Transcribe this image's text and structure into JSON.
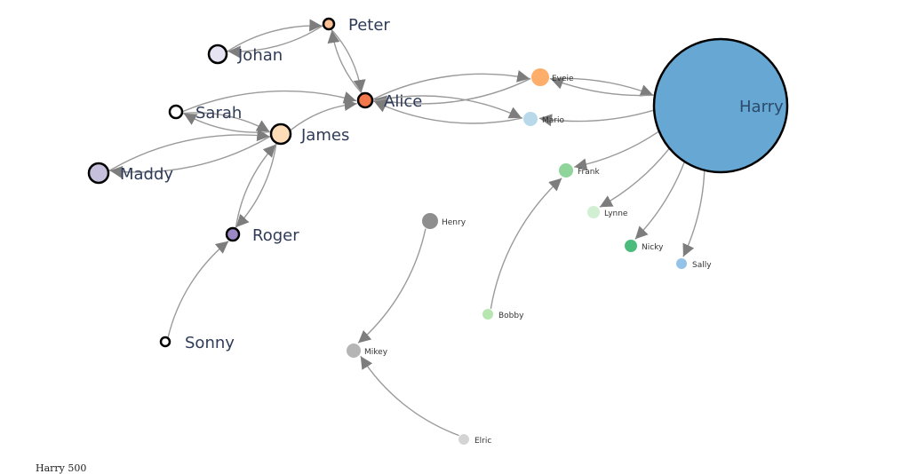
{
  "graph": {
    "nodes": [
      {
        "id": "Peter",
        "label": "Peter",
        "color": "#fdbf94",
        "outline": true
      },
      {
        "id": "Johan",
        "label": "Johan",
        "color": "#e6e3f2",
        "outline": true
      },
      {
        "id": "Alice",
        "label": "Alice",
        "color": "#f2774a",
        "outline": true
      },
      {
        "id": "Sarah",
        "label": "Sarah",
        "color": "#ffffff",
        "outline": true
      },
      {
        "id": "James",
        "label": "James",
        "color": "#fddcb8",
        "outline": true
      },
      {
        "id": "Maddy",
        "label": "Maddy",
        "color": "#c7c0dc",
        "outline": true
      },
      {
        "id": "Roger",
        "label": "Roger",
        "color": "#9a89c4",
        "outline": true
      },
      {
        "id": "Sonny",
        "label": "Sonny",
        "color": "#ffffff",
        "outline": true
      },
      {
        "id": "Eveie",
        "label": "Eveie",
        "color": "#fdae6b",
        "outline": false
      },
      {
        "id": "Mario",
        "label": "Mario",
        "color": "#b7d9ea",
        "outline": false
      },
      {
        "id": "Harry",
        "label": "Harry",
        "color": "#67a7d4",
        "outline": true
      },
      {
        "id": "Frank",
        "label": "Frank",
        "color": "#8fd49b",
        "outline": false
      },
      {
        "id": "Lynne",
        "label": "Lynne",
        "color": "#d1efd2",
        "outline": false
      },
      {
        "id": "Nicky",
        "label": "Nicky",
        "color": "#4cbc7d",
        "outline": false
      },
      {
        "id": "Sally",
        "label": "Sally",
        "color": "#93c3e8",
        "outline": false
      },
      {
        "id": "Henry",
        "label": "Henry",
        "color": "#8e8e8e",
        "outline": false
      },
      {
        "id": "Mikey",
        "label": "Mikey",
        "color": "#b5b5b5",
        "outline": false
      },
      {
        "id": "Bobby",
        "label": "Bobby",
        "color": "#b7e6b0",
        "outline": false
      },
      {
        "id": "Elric",
        "label": "Elric",
        "color": "#d4d4d4",
        "outline": false
      }
    ],
    "links": [
      {
        "source": "Peter",
        "target": "Johan"
      },
      {
        "source": "Johan",
        "target": "Peter"
      },
      {
        "source": "Peter",
        "target": "Alice"
      },
      {
        "source": "Alice",
        "target": "Peter"
      },
      {
        "source": "Sarah",
        "target": "Alice"
      },
      {
        "source": "Sarah",
        "target": "James"
      },
      {
        "source": "James",
        "target": "Sarah"
      },
      {
        "source": "James",
        "target": "Alice"
      },
      {
        "source": "Maddy",
        "target": "James"
      },
      {
        "source": "James",
        "target": "Maddy"
      },
      {
        "source": "Roger",
        "target": "James"
      },
      {
        "source": "James",
        "target": "Roger"
      },
      {
        "source": "Sonny",
        "target": "Roger"
      },
      {
        "source": "Alice",
        "target": "Eveie"
      },
      {
        "source": "Eveie",
        "target": "Alice"
      },
      {
        "source": "Alice",
        "target": "Mario"
      },
      {
        "source": "Mario",
        "target": "Alice"
      },
      {
        "source": "Eveie",
        "target": "Harry"
      },
      {
        "source": "Harry",
        "target": "Eveie"
      },
      {
        "source": "Harry",
        "target": "Mario"
      },
      {
        "source": "Harry",
        "target": "Frank"
      },
      {
        "source": "Harry",
        "target": "Lynne"
      },
      {
        "source": "Harry",
        "target": "Nicky"
      },
      {
        "source": "Harry",
        "target": "Sally"
      },
      {
        "source": "Henry",
        "target": "Mikey"
      },
      {
        "source": "Elric",
        "target": "Mikey"
      },
      {
        "source": "Bobby",
        "target": "Frank"
      }
    ]
  },
  "footer": {
    "text": "Harry 500"
  }
}
